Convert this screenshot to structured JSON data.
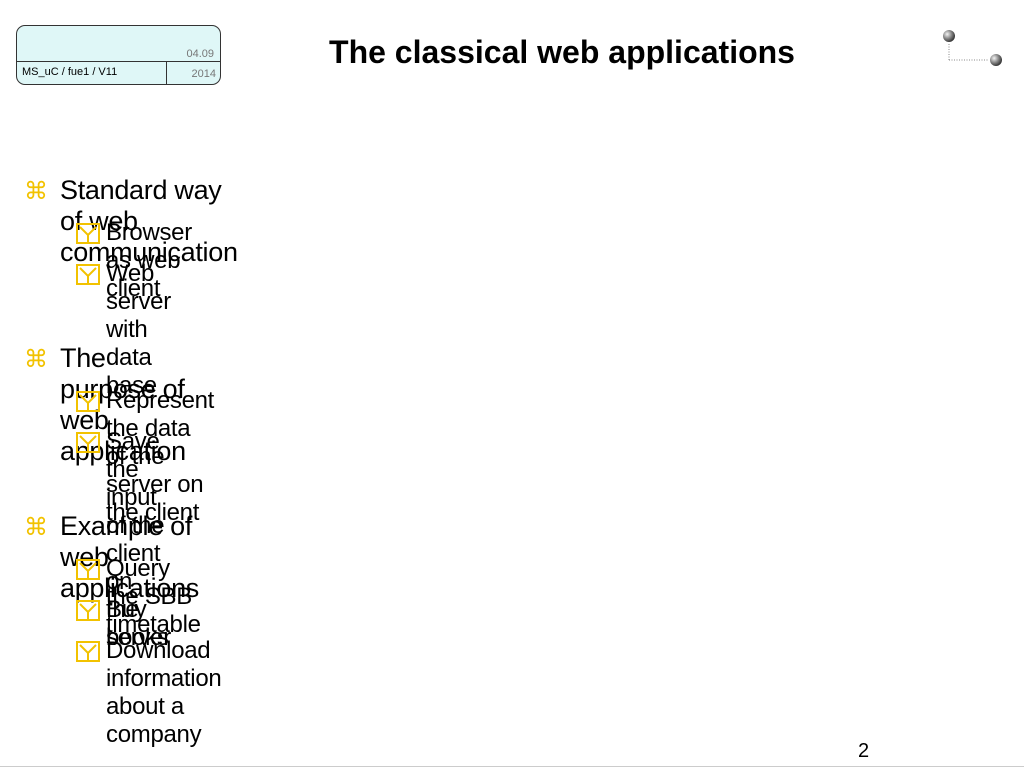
{
  "header": {
    "date_top": "04.09",
    "date_year": "2014",
    "course": "MS_uC / fue1 / V11"
  },
  "slide": {
    "title": "The classical web applications",
    "page_number": "2"
  },
  "icons": {
    "level1_bullet": "command-bullet-icon",
    "level2_bullet": "yellow-check-box-icon",
    "logo": "gray-spheres-logo-icon"
  },
  "colors": {
    "bullet": "#f2c200",
    "header_box": "#dff7f7"
  },
  "sections": [
    {
      "heading": "Standard way of web communication",
      "items": [
        "Browser as web client",
        "Web server with data base"
      ]
    },
    {
      "heading": "The purpose of web application",
      "items": [
        "Represent the data of the server on the client",
        "Save the input of the client on the server"
      ]
    },
    {
      "heading": "Example of web applications",
      "items": [
        "Query the SBB timetable",
        "Buy books",
        "Download information about a company"
      ]
    }
  ]
}
